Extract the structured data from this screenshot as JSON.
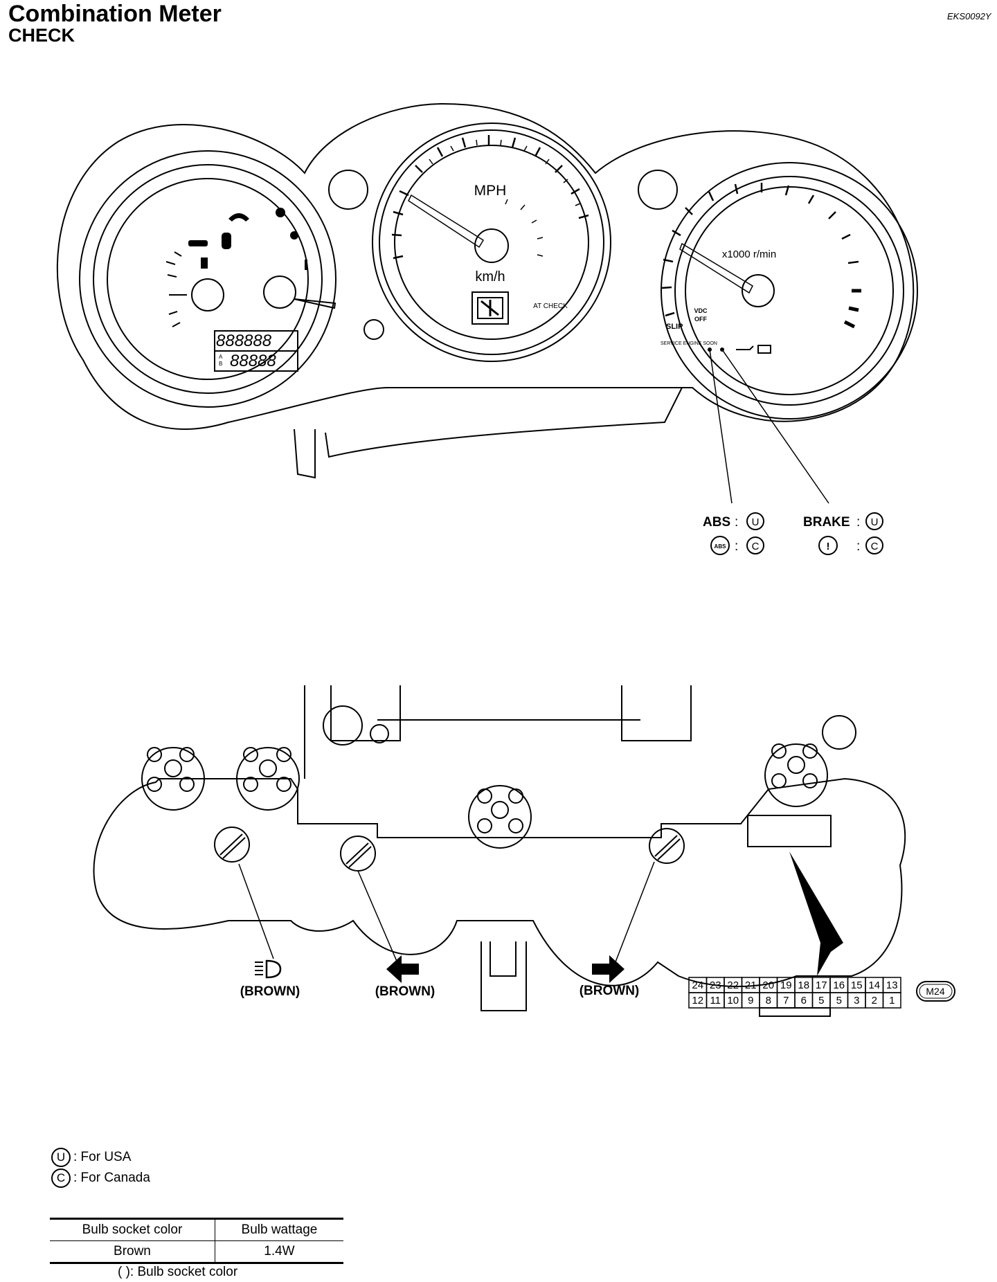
{
  "header": {
    "title": "Combination Meter",
    "subtitle": "CHECK",
    "ref_code": "EKS0092Y"
  },
  "meter_front": {
    "speedometer": {
      "unit_top": "MPH",
      "unit_bottom": "km/h",
      "at_check": "AT\nCHECK"
    },
    "tachometer": {
      "label": "x1000 r/min",
      "slip": "SLIP",
      "vdc": "VDC",
      "off": "OFF",
      "service": "SERVICE\nENGINE\nSOON"
    },
    "odometer": {
      "line1": "888888",
      "line2": "88888",
      "ab_a": "A",
      "ab_b": "B"
    }
  },
  "callouts": {
    "abs_label": "ABS",
    "brake_label": "BRAKE",
    "abs_icon_text": "ABS",
    "brake_icon_text": "!",
    "usa_letter": "U",
    "canada_letter": "C",
    "colon": ":"
  },
  "back_labels": {
    "headlamp": "(BROWN)",
    "left_turn": "(BROWN)",
    "right_turn": "(BROWN)"
  },
  "connector": {
    "id": "M24",
    "top_row": [
      "24",
      "23",
      "22",
      "21",
      "20",
      "19",
      "18",
      "17",
      "16",
      "15",
      "14",
      "13"
    ],
    "bottom_row": [
      "12",
      "11",
      "10",
      "9",
      "8",
      "7",
      "6",
      "5",
      "5",
      "3",
      "2",
      "1"
    ]
  },
  "legend": {
    "usa": ": For USA",
    "canada": ": For Canada",
    "u": "U",
    "c": "C"
  },
  "table": {
    "headers": [
      "Bulb socket color",
      "Bulb wattage"
    ],
    "rows": [
      [
        "Brown",
        "1.4W"
      ]
    ],
    "note": "( ): Bulb socket color"
  }
}
